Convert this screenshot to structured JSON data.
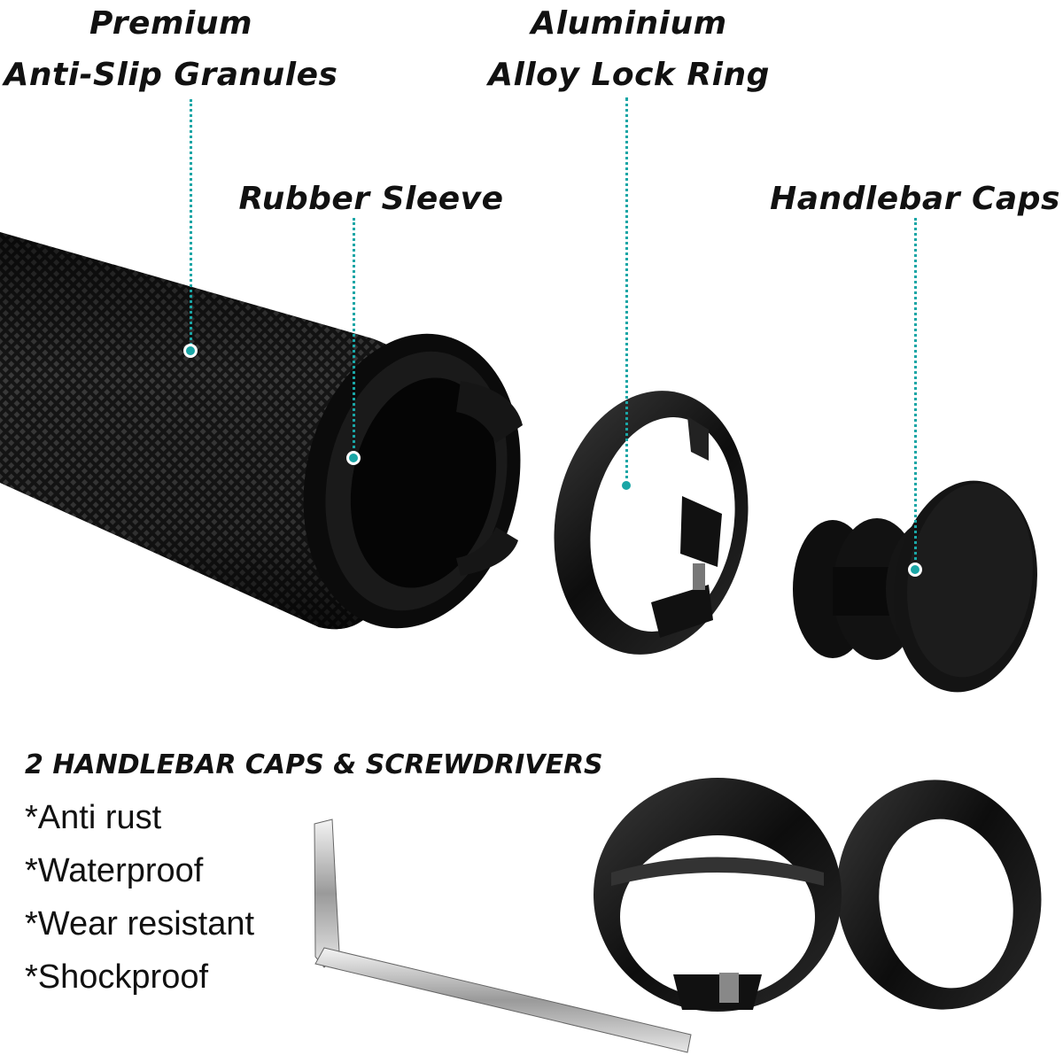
{
  "labels": {
    "premium_line1": "Premium",
    "premium_line2": "Anti-Slip Granules",
    "aluminium_line1": "Aluminium",
    "aluminium_line2": "Alloy Lock Ring",
    "rubber_sleeve": "Rubber Sleeve",
    "handlebar_caps": "Handlebar Caps"
  },
  "features": {
    "title": "2 HANDLEBAR CAPS & SCREWDRIVERS",
    "items": [
      "*Anti rust",
      "*Waterproof",
      "*Wear resistant",
      "*Shockproof"
    ]
  },
  "colors": {
    "accent": "#1aa6a6",
    "product": "#111111",
    "background": "#ffffff"
  }
}
